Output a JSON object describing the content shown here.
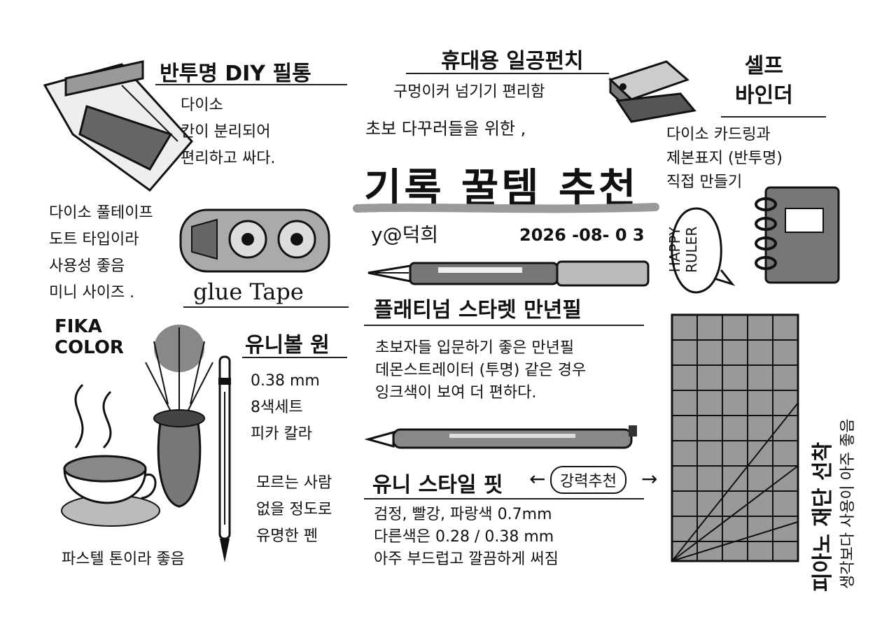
{
  "colors": {
    "ink": "#111111",
    "paper": "#ffffff",
    "wash": "#8a8a8a",
    "highlight": "#9a9a9a"
  },
  "center": {
    "subtitle": "초보 다꾸러들을 위한 ,",
    "title": "기록 꿀템 추천",
    "author": "y@덕희",
    "date": "2026 -08- 0 3"
  },
  "punch": {
    "title": "휴대용 일공펀치",
    "desc": "구멍이커 넘기기 편리함"
  },
  "binder": {
    "title": "셀프\n바인더",
    "desc": "다이소 카드링과\n제본표지 (반투명)\n직접 만들기"
  },
  "pencase": {
    "title": "반투명 DIY 필통",
    "desc": "다이소\n칸이 분리되어\n편리하고 싸다."
  },
  "gluetape": {
    "desc": "다이소 풀테이프\n도트 타입이라\n사용성 좋음\n미니 사이즈 .",
    "label": "glue Tape"
  },
  "fika": {
    "label": "FIKA\nCOLOR",
    "caption": "파스텔 톤이라 좋음"
  },
  "uniball": {
    "title": "유니볼 원",
    "specs": "0.38 mm\n8색세트\n피카 칼라",
    "note": "모르는 사람\n없을 정도로\n유명한 펜"
  },
  "fountain": {
    "title": "플래티넘 스타렛 만년필",
    "desc": "초보자들 입문하기 좋은 만년필\n데몬스트레이터 (투명) 같은 경우\n잉크색이 보여 더 편하다."
  },
  "unistyle": {
    "title": "유니 스타일 핏",
    "arrow_left": "←",
    "badge": "강력추천",
    "arrow_right": "→",
    "desc": "검정, 빨강, 파랑색 0.7mm\n다른색은 0.28 / 0.38 mm\n아주 부드럽고 깔끔하게 써짐"
  },
  "ruler": {
    "bubble": "HAPPY\nRULER",
    "title": "피아노 재단 선착",
    "desc": "생각보다 사용이 아주 좋음"
  },
  "icons": [
    "pencil-case-icon",
    "hole-punch-icon",
    "binder-notebook-icon",
    "glue-tape-icon",
    "coffee-cup-icon",
    "brush-bouquet-icon",
    "ballpoint-pen-icon",
    "fountain-pen-icon",
    "multi-pen-icon",
    "grid-ruler-icon"
  ]
}
